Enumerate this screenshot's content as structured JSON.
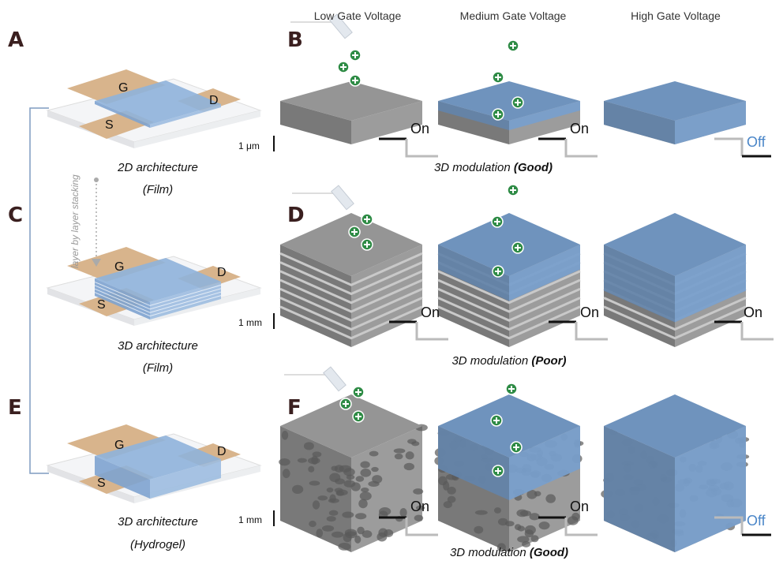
{
  "panels": [
    "A",
    "B",
    "C",
    "D",
    "E",
    "F"
  ],
  "column_headers": [
    "Low Gate Voltage",
    "Medium Gate Voltage",
    "High Gate Voltage"
  ],
  "left_column": [
    {
      "title": "2D architecture",
      "subtitle": "(Film)",
      "scale": "1 μm",
      "pads": [
        "G",
        "D",
        "S"
      ]
    },
    {
      "title": "3D architecture",
      "subtitle": "(Film)",
      "scale": "1 mm",
      "pads": [
        "G",
        "D",
        "S"
      ]
    },
    {
      "title": "3D architecture",
      "subtitle": "(Hydrogel)",
      "scale": "1 mm",
      "pads": [
        "G",
        "D",
        "S"
      ]
    }
  ],
  "stacking_label": "layer by layer stacking",
  "rows": [
    {
      "caption_prefix": "3D modulation ",
      "caption_quality": "(Good)",
      "states": [
        "On",
        "On",
        "Off"
      ]
    },
    {
      "caption_prefix": "3D modulation ",
      "caption_quality": "(Poor)",
      "states": [
        "On",
        "On",
        "On"
      ]
    },
    {
      "caption_prefix": "3D modulation ",
      "caption_quality": "(Good)",
      "states": [
        "On",
        "On",
        "Off"
      ]
    }
  ],
  "colors": {
    "gray": "#8e8e8e",
    "blue": "#6f93bd",
    "pad": "#d8b48c",
    "ion": "#2e8b45",
    "off": "#4a86c8"
  }
}
